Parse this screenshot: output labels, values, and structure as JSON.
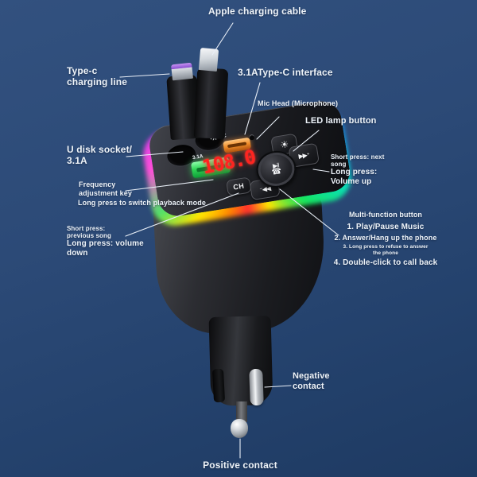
{
  "scene": {
    "background_top": "#32517f",
    "background_bottom": "#1e3a62"
  },
  "callouts": {
    "apple_cable": "Apple charging cable",
    "typec_line": "Type-c\ncharging line",
    "typec_interface": "3.1AType-C interface",
    "mic_head": "Mic Head (Microphone)",
    "led_lamp": "LED lamp button",
    "u_disk": "U disk socket/\n3.1A",
    "frequency_key": "Frequency\nadjustment key",
    "frequency_long": "Long press to switch playback mode",
    "prev_short": "Short press:\nprevious song",
    "prev_long": "Long press: volume\ndown",
    "next_short": "Short press: next\nsong",
    "next_long": "Long press:\nVolume up",
    "multifunction_title": "Multi-function button",
    "multifunction_1": "1. Play/Pause Music",
    "multifunction_2": "2. Answer/Hang up the phone",
    "multifunction_3": "3. Long press to refuse to answer the phone",
    "multifunction_4": "4. Double-click to call back",
    "negative_contact": "Negative\ncontact",
    "positive_contact": "Positive contact"
  },
  "device": {
    "display_value": "108.0",
    "usb_port_label": "3.1A",
    "typec_port_label": "Type-C",
    "ch_button_label": "CH",
    "icons": {
      "lamp": "☀",
      "next": "▶▶",
      "next_mod": "⁺",
      "prev": "◀◀",
      "prev_mod": "⁻",
      "play_pause": "▶‖",
      "phone": "☎"
    },
    "colors": {
      "display_red": "#ff2420",
      "usb_green": "#2fd455",
      "typec_orange": "#ef8c2a",
      "ring_rainbow": "#ff3d6e,#b62bff,#2a52ff,#00d9ff,#17e55b,#ffe600,#ff8a00,#ff2d2d"
    }
  }
}
